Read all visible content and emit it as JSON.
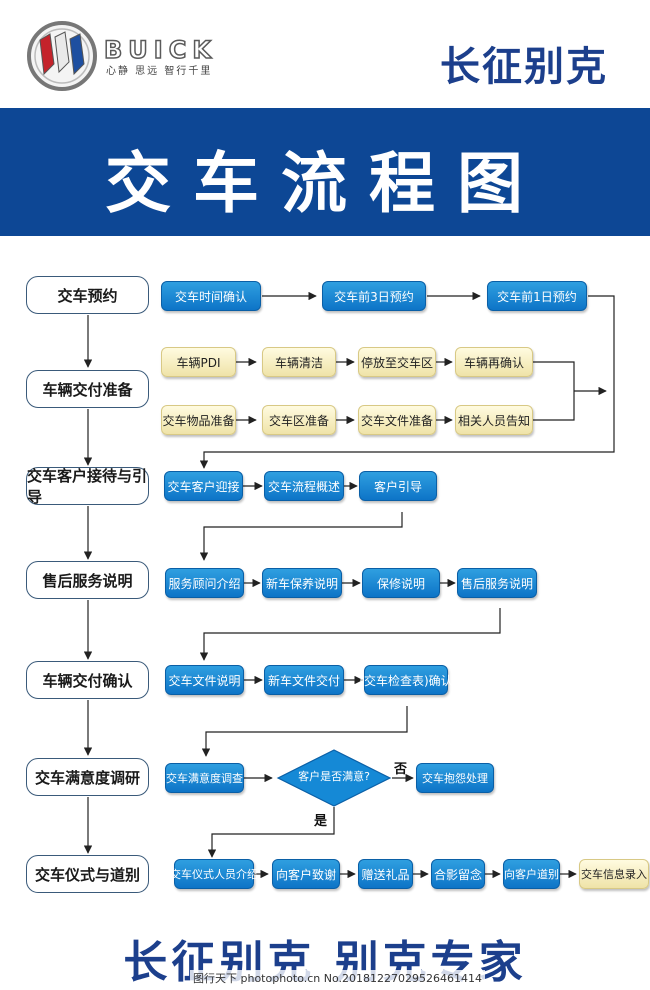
{
  "header": {
    "brand_word": "BUICK",
    "brand_sub": "心静 思远 智行千里",
    "dealer_name": "长征别克"
  },
  "banner": {
    "title": "交车流程图"
  },
  "stages": [
    "交车预约",
    "车辆交付准备",
    "交车客户接待与引导",
    "售后服务说明",
    "车辆交付确认",
    "交车满意度调研",
    "交车仪式与道别"
  ],
  "steps": {
    "appointment": [
      "交车时间确认",
      "交车前3日预约",
      "交车前1日预约"
    ],
    "prep_row1": [
      "车辆PDI",
      "车辆清洁",
      "停放至交车区",
      "车辆再确认"
    ],
    "prep_row2": [
      "交车物品准备",
      "交车区准备",
      "交车文件准备",
      "相关人员告知"
    ],
    "reception": [
      "交车客户迎接",
      "交车流程概述",
      "客户引导"
    ],
    "after_sales": [
      "服务顾问介绍",
      "新车保养说明",
      "保修说明",
      "售后服务说明"
    ],
    "confirmation": [
      "交车文件说明",
      "新车文件交付",
      "(交车检查表)确认"
    ],
    "survey": {
      "survey": "交车满意度调查",
      "decision": "客户是否满意?",
      "no": "否",
      "yes": "是",
      "complaint": "交车抱怨处理"
    },
    "ceremony": [
      "交车仪式人员介绍",
      "向客户致谢",
      "赠送礼品",
      "合影留念",
      "向客户道别",
      "交车信息录入"
    ]
  },
  "footer": {
    "slogan": "长征别克   别克专家"
  },
  "watermark": "图行天下 photophoto.cn No.20181227029526461414",
  "colors": {
    "banner": "#0d4795",
    "step_blue": "#1589d6",
    "step_cream": "#f5ecc0",
    "dealer_text": "#1c3f8c"
  }
}
